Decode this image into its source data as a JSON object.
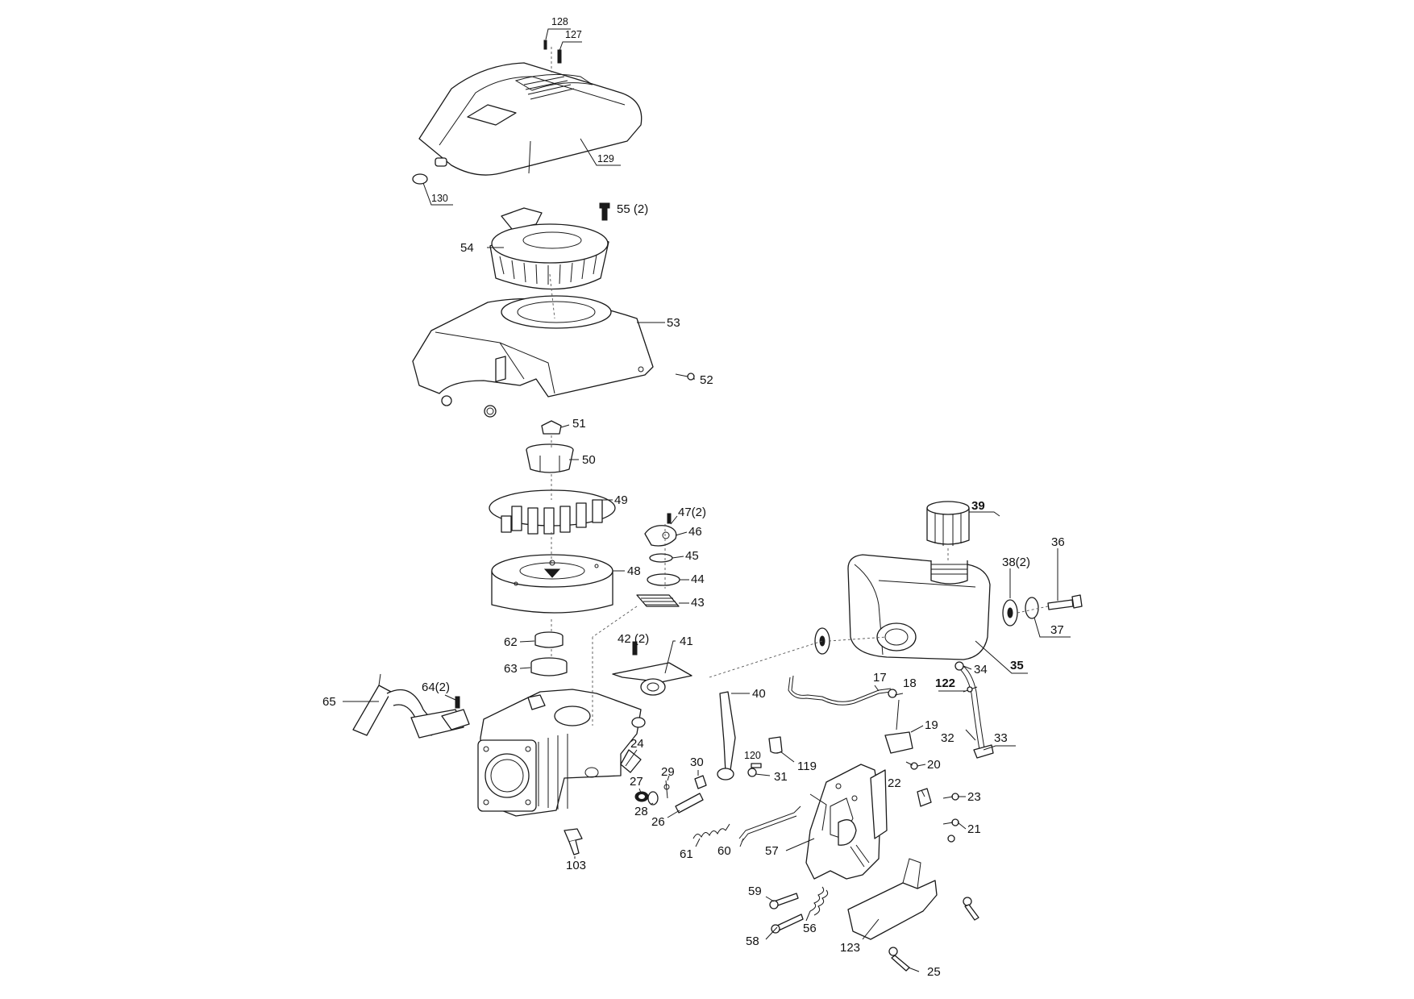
{
  "callouts": {
    "c128": "128",
    "c127": "127",
    "c129": "129",
    "c130": "130",
    "c55": "55 (2)",
    "c54": "54",
    "c53": "53",
    "c52": "52",
    "c51": "51",
    "c50": "50",
    "c49": "49",
    "c47": "47(2)",
    "c46": "46",
    "c45": "45",
    "c48": "48",
    "c44": "44",
    "c43": "43",
    "c62": "62",
    "c42": "42 (2)",
    "c41": "41",
    "c63": "63",
    "c65": "65",
    "c64": "64(2)",
    "c24": "24",
    "c30": "30",
    "c29": "29",
    "c27": "27",
    "c28": "28",
    "c26": "26",
    "c61": "61",
    "c103": "103",
    "c40": "40",
    "c120": "120",
    "c119": "119",
    "c31": "31",
    "c60": "60",
    "c57": "57",
    "c59": "59",
    "c58": "58",
    "c56": "56",
    "c123": "123",
    "c25": "25",
    "c17": "17",
    "c18": "18",
    "c19": "19",
    "c20": "20",
    "c22": "22",
    "c23": "23",
    "c21": "21",
    "c39": "39",
    "c36": "36",
    "c38": "38(2)",
    "c37": "37",
    "c35": "35",
    "c34": "34",
    "c122": "122",
    "c32": "32",
    "c33": "33"
  },
  "colors": {
    "line": "#1a1a1a",
    "background": "#ffffff"
  }
}
